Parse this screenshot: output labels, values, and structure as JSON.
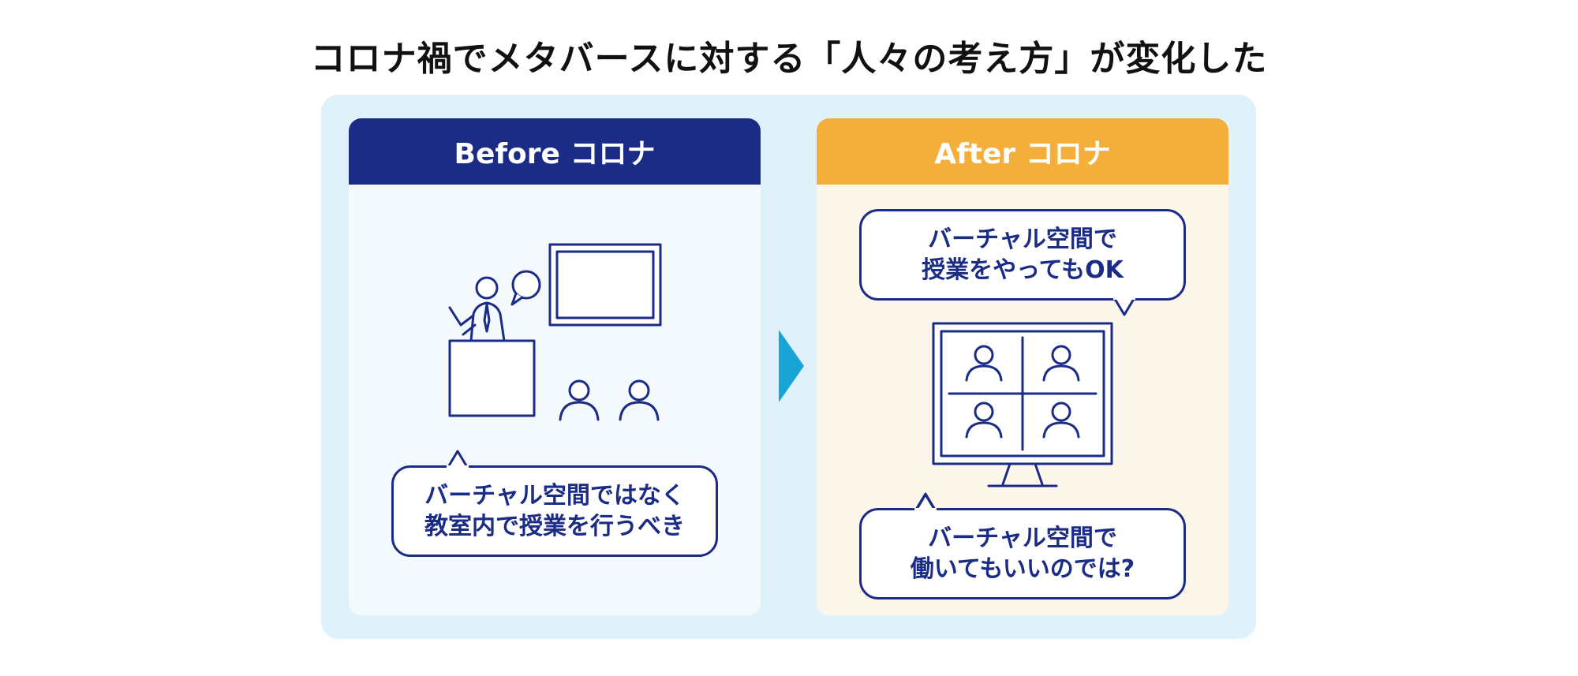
{
  "title": "コロナ禍でメタバースに対する「人々の考え方」が変化した",
  "before": {
    "header": "Before コロナ",
    "bubble_lines": [
      "バーチャル空間ではなく",
      "教室内で授業を行うべき"
    ]
  },
  "after": {
    "header": "After コロナ",
    "bubble_top_lines": [
      "バーチャル空間で",
      "授業をやってもOK"
    ],
    "bubble_bottom_lines": [
      "バーチャル空間で",
      "働いてもいいのでは?"
    ]
  },
  "colors": {
    "navy": "#1b2c86",
    "orange": "#f4ae3a",
    "light_blue_bg": "#dff2fb",
    "arrow": "#1aa4d6"
  },
  "icons": {
    "before_scene": "teacher-at-podium-with-screen-and-students-icon",
    "after_scene": "video-conference-monitor-icon",
    "arrow": "right-triangle-arrow-icon"
  }
}
